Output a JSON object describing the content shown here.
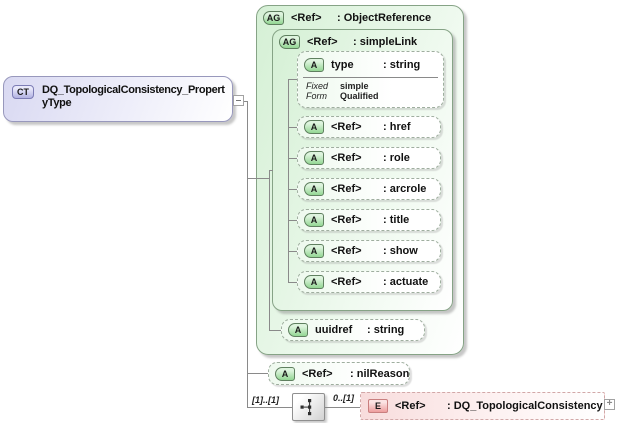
{
  "colors": {
    "group_border": "#86a386",
    "group_fill": "#d5f0d5",
    "attr_border": "#9fae9f",
    "complex_type_border": "#9898bc",
    "element_border": "#d2a8a8",
    "element_fill": "#f8dcdc",
    "connector": "#8a8a8a"
  },
  "diagram": {
    "complex_type": {
      "badge": "CT",
      "name": "DQ_TopologicalConsistency_PropertyType"
    },
    "object_reference_group": {
      "badge": "AG",
      "name": "<Ref>",
      "type": ": ObjectReference"
    },
    "simplelink_group": {
      "badge": "AG",
      "name": "<Ref>",
      "type": ": simpleLink"
    },
    "type_attribute": {
      "badge": "A",
      "name": "type",
      "type": ": string",
      "facets": [
        {
          "label": "Fixed",
          "value": "simple"
        },
        {
          "label": "Form",
          "value": "Qualified"
        }
      ]
    },
    "simplelink_attributes": [
      {
        "badge": "A",
        "name": "<Ref>",
        "type": ": href"
      },
      {
        "badge": "A",
        "name": "<Ref>",
        "type": ": role"
      },
      {
        "badge": "A",
        "name": "<Ref>",
        "type": ": arcrole"
      },
      {
        "badge": "A",
        "name": "<Ref>",
        "type": ": title"
      },
      {
        "badge": "A",
        "name": "<Ref>",
        "type": ": show"
      },
      {
        "badge": "A",
        "name": "<Ref>",
        "type": ": actuate"
      }
    ],
    "uuidref_attribute": {
      "badge": "A",
      "name": "uuidref",
      "type": ": string"
    },
    "nilreason_attribute": {
      "badge": "A",
      "name": "<Ref>",
      "type": ": nilReason"
    },
    "sequence": {
      "cardinality_left": "[1]..[1]",
      "cardinality_right": "0..[1]"
    },
    "element": {
      "badge": "E",
      "name": "<Ref>",
      "type": ": DQ_TopologicalConsistency"
    },
    "icons": {
      "expand": "+"
    }
  }
}
